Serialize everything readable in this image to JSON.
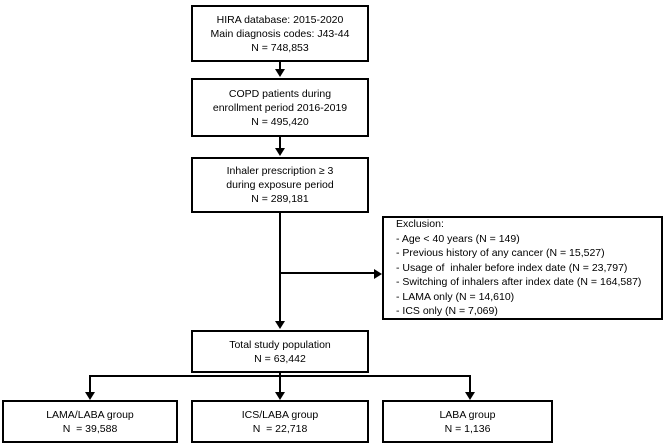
{
  "diagram": {
    "title": "COPD study population flow diagram",
    "type": "flowchart",
    "stroke_color": "#000000",
    "background_color": "#ffffff",
    "nodes": [
      {
        "id": "source",
        "lines": [
          "HIRA database: 2015-2020",
          "Main diagnosis codes: J43-44",
          "N = 748,853"
        ]
      },
      {
        "id": "enrolled",
        "lines": [
          "COPD patients during",
          "enrollment period 2016-2019",
          "N = 495,420"
        ]
      },
      {
        "id": "inhaler",
        "lines": [
          "Inhaler prescription ≥ 3",
          "during exposure period",
          "N = 289,181"
        ]
      },
      {
        "id": "total",
        "lines": [
          "Total study population",
          "N = 63,442"
        ]
      }
    ],
    "exclusion": {
      "header": "Exclusion:",
      "items": [
        "- Age < 40 years (N = 149)",
        "- Previous history of any cancer (N = 15,527)",
        "- Usage of  inhaler before index date (N = 23,797)",
        "- Switching of inhalers after index date (N = 164,587)",
        "- LAMA only (N = 14,610)",
        "- ICS only (N = 7,069)"
      ]
    },
    "groups": [
      {
        "id": "lama-laba",
        "lines": [
          "LAMA/LABA group",
          "N  = 39,588"
        ]
      },
      {
        "id": "ics-laba",
        "lines": [
          "ICS/LABA group",
          "N  = 22,718"
        ]
      },
      {
        "id": "laba",
        "lines": [
          "LABA group",
          "N = 1,136"
        ]
      }
    ],
    "counts": {
      "source_n": 748853,
      "enrolled_n": 495420,
      "inhaler_n": 289181,
      "total_n": 63442,
      "excluded_age_lt_40": 149,
      "excluded_prior_cancer": 15527,
      "excluded_inhaler_before_index": 23797,
      "excluded_switching_after_index": 164587,
      "excluded_lama_only": 14610,
      "excluded_ics_only": 7069,
      "group_lama_laba_n": 39588,
      "group_ics_laba_n": 22718,
      "group_laba_n": 1136
    }
  }
}
